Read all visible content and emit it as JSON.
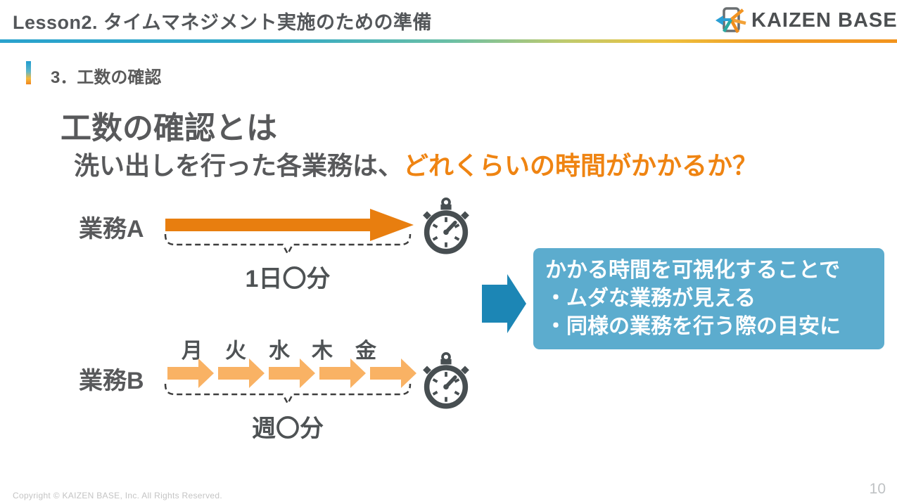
{
  "header": {
    "lesson_title": "Lesson2. タイムマネジメント実施のための準備",
    "logo_text": "KAIZEN BASE"
  },
  "section": {
    "label": "3．工数の確認"
  },
  "main": {
    "title": "工数の確認とは",
    "lead_gray": "洗い出しを行った各業務は、",
    "lead_orange": "どれくらいの時間がかかるか？"
  },
  "diagram": {
    "task_a": {
      "label": "業務A",
      "duration_label": "1日〇分"
    },
    "task_b": {
      "label": "業務B",
      "days": [
        "月",
        "火",
        "水",
        "木",
        "金"
      ],
      "duration_label": "週〇分"
    },
    "callout": {
      "line1": "かかる時間を可視化することで",
      "line2": "・ムダな業務が見える",
      "line3": "・同様の業務を行う際の目安に"
    }
  },
  "icons": {
    "stopwatch": "stopwatch-timer",
    "logo_mark": "kaizen-base-star-mark",
    "arrow_a": "solid-right-arrow",
    "arrow_b": "chevron-right-arrow-x5",
    "big_arrow": "block-right-arrow"
  },
  "colors": {
    "accent_orange": "#e87e0f",
    "light_orange": "#f9b264",
    "lead_orange": "#ef8412",
    "callout_blue": "#5cacce",
    "big_arrow_blue": "#1c86b5",
    "text_gray": "#58595b",
    "icon_gray": "#474e51"
  },
  "footer": {
    "copyright": "Copyright ©  KAIZEN BASE, Inc.  All Rights Reserved.",
    "page_number": "10"
  }
}
